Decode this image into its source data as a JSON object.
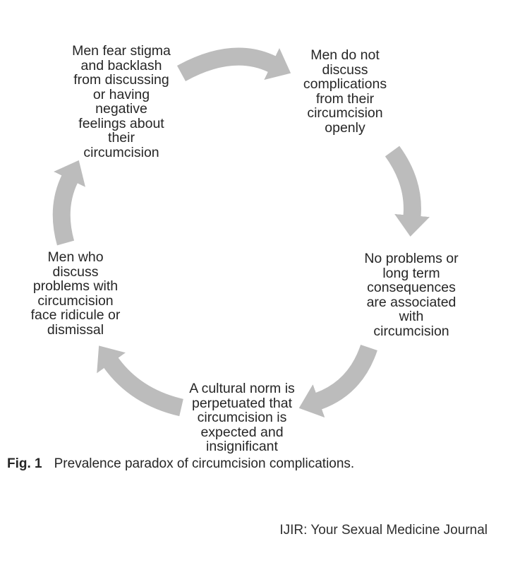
{
  "diagram": {
    "type": "cycle",
    "colors": {
      "arrow": "#bcbcbc",
      "text": "#262626"
    },
    "nodes": [
      {
        "id": "fear-stigma",
        "lines": [
          "Men fear stigma",
          "and backlash",
          "from discussing",
          "or having",
          "negative",
          "feelings about",
          "their",
          "circumcision"
        ]
      },
      {
        "id": "not-discuss",
        "lines": [
          "Men do not",
          "discuss",
          "complications",
          "from their",
          "circumcision",
          "openly"
        ]
      },
      {
        "id": "no-problems",
        "lines": [
          "No problems or",
          "long term",
          "consequences",
          "are associated",
          "with",
          "circumcision"
        ]
      },
      {
        "id": "cultural-norm",
        "lines": [
          "A cultural norm is",
          "perpetuated that",
          "circumcision is",
          "expected and",
          "insignificant"
        ]
      },
      {
        "id": "ridicule",
        "lines": [
          "Men who",
          "discuss",
          "problems with",
          "circumcision",
          "face ridicule or",
          "dismissal"
        ]
      }
    ],
    "arrows": [
      {
        "from": "fear-stigma",
        "to": "not-discuss"
      },
      {
        "from": "not-discuss",
        "to": "no-problems"
      },
      {
        "from": "no-problems",
        "to": "cultural-norm"
      },
      {
        "from": "cultural-norm",
        "to": "ridicule"
      },
      {
        "from": "ridicule",
        "to": "fear-stigma"
      }
    ]
  },
  "caption": {
    "label": "Fig. 1",
    "text": "Prevalence paradox of circumcision complications."
  },
  "footer": {
    "text": "IJIR: Your Sexual Medicine Journal"
  }
}
